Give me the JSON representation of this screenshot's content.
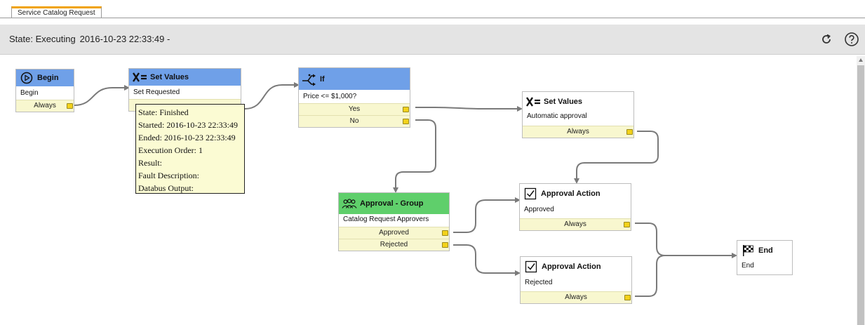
{
  "tab": {
    "label": "Service Catalog Request"
  },
  "header": {
    "state_label": "State: Executing",
    "timestamp": "2016-10-23 22:33:49 -",
    "refresh_icon": "refresh-icon",
    "help_icon": "help-icon"
  },
  "nodes": {
    "begin": {
      "title": "Begin",
      "subtitle": "Begin",
      "conditions": [
        "Always"
      ],
      "icon": "play-icon",
      "head_color": "#6fa0e8"
    },
    "set_values_1": {
      "title": "Set Values",
      "subtitle": "Set Requested",
      "conditions": [
        ""
      ],
      "icon": "set-values-icon",
      "head_color": "#6fa0e8"
    },
    "if": {
      "title": "If",
      "subtitle": "Price <= $1,000?",
      "conditions": [
        "Yes",
        "No"
      ],
      "icon": "branch-icon",
      "head_color": "#6fa0e8"
    },
    "set_values_2": {
      "title": "Set Values",
      "subtitle": "Automatic approval",
      "conditions": [
        "Always"
      ],
      "icon": "set-values-icon"
    },
    "approval_group": {
      "title": "Approval - Group",
      "subtitle": "Catalog Request Approvers",
      "conditions": [
        "Approved",
        "Rejected"
      ],
      "icon": "group-icon",
      "head_color": "#5fcf6b"
    },
    "approval_action_1": {
      "title": "Approval Action",
      "subtitle": "Approved",
      "conditions": [
        "Always"
      ],
      "icon": "checkbox-icon"
    },
    "approval_action_2": {
      "title": "Approval Action",
      "subtitle": "Rejected",
      "conditions": [
        "Always"
      ],
      "icon": "checkbox-icon"
    },
    "end": {
      "title": "End",
      "subtitle": "End",
      "conditions": [],
      "icon": "checkered-flag-icon"
    }
  },
  "tooltip": {
    "lines": [
      "State: Finished",
      "Started: 2016-10-23 22:33:49",
      "Ended: 2016-10-23 22:33:49",
      "Execution Order: 1",
      "Result:",
      "Fault Description:",
      "Databus Output:"
    ]
  },
  "colors": {
    "port": "#f3d21b",
    "condition_bg": "#f8f7cf",
    "wire": "#7a7a7a",
    "tab_accent": "#f0a30a"
  }
}
